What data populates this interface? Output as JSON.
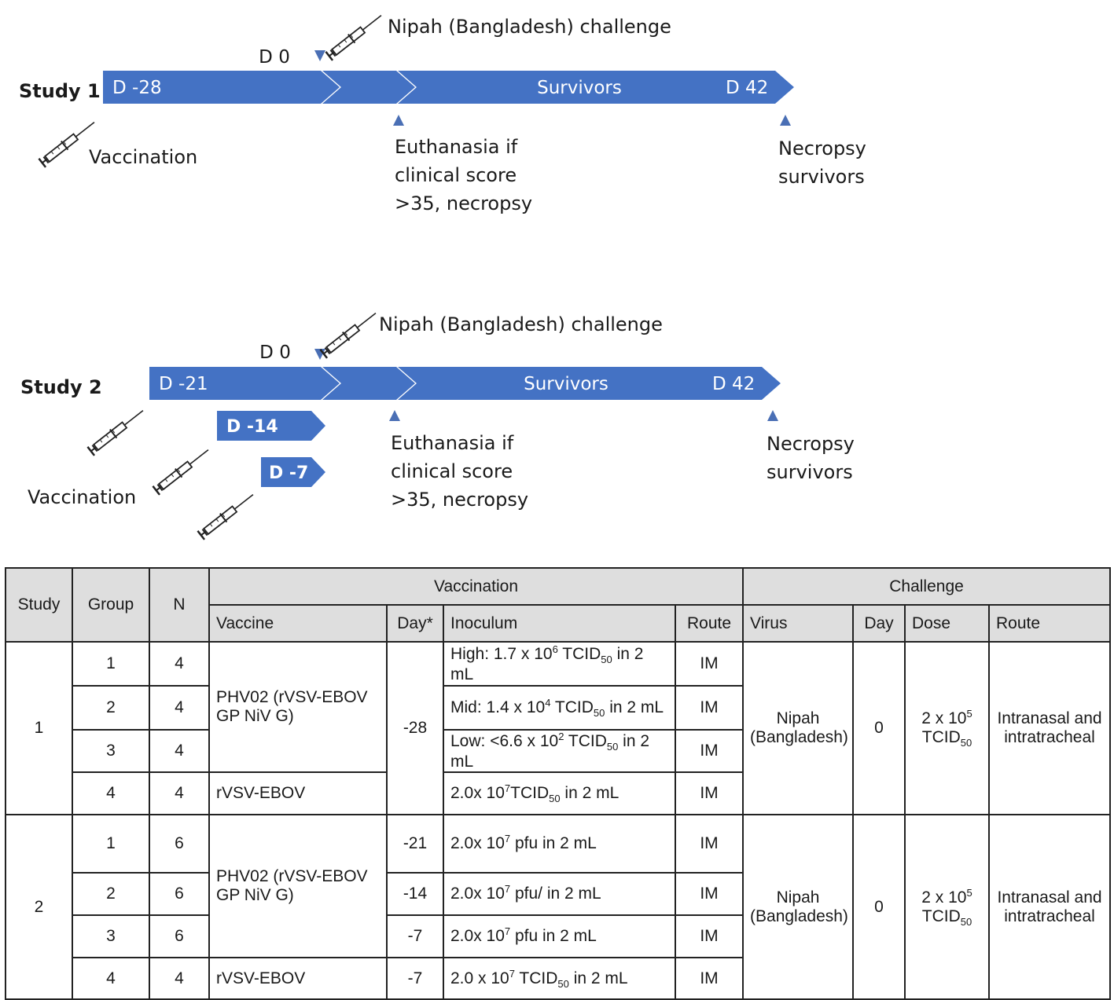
{
  "study1": {
    "title": "Study 1",
    "day_start": "D -28",
    "day0": "D 0",
    "survivors": "Survivors",
    "day_end": "D 42",
    "challenge": "Nipah (Bangladesh) challenge",
    "vaccination": "Vaccination",
    "euthanasia": [
      "Euthanasia if",
      "clinical score",
      ">35, necropsy"
    ],
    "necropsy": [
      "Necropsy",
      "survivors"
    ]
  },
  "study2": {
    "title": "Study 2",
    "day_start": "D -21",
    "day_mid1": "D -14",
    "day_mid2": "D -7",
    "day0": "D 0",
    "survivors": "Survivors",
    "day_end": "D 42",
    "challenge": "Nipah (Bangladesh) challenge",
    "vaccination": "Vaccination",
    "euthanasia": [
      "Euthanasia if",
      "clinical score",
      ">35, necropsy"
    ],
    "necropsy": [
      "Necropsy",
      "survivors"
    ]
  },
  "colors": {
    "bar": "#4472c4",
    "marker": "#4a6fb5"
  },
  "icons": [
    "syringe-icon",
    "triangle-marker-icon"
  ],
  "table": {
    "headers": {
      "study": "Study",
      "group": "Group",
      "n": "N",
      "vaccination": "Vaccination",
      "challenge": "Challenge",
      "vaccine": "Vaccine",
      "day_star": "Day*",
      "inoculum": "Inoculum",
      "route": "Route",
      "virus": "Virus",
      "day": "Day",
      "dose": "Dose",
      "route2": "Route"
    },
    "study1": {
      "study": "1",
      "groups": [
        "1",
        "2",
        "3",
        "4"
      ],
      "n": [
        "4",
        "4",
        "4",
        "4"
      ],
      "vaccine_a": "PHV02 (rVSV-EBOV GP NiV G)",
      "vaccine_b": "rVSV-EBOV",
      "day": "-28",
      "inoculum": [
        {
          "pre": "High: 1.7 x 10",
          "exp": "6",
          "mid": " TCID",
          "sub": "50",
          "post": " in 2 mL"
        },
        {
          "pre": "Mid: 1.4 x 10",
          "exp": "4",
          "mid": " TCID",
          "sub": "50",
          "post": " in 2 mL"
        },
        {
          "pre": "Low: <6.6 x 10",
          "exp": "2",
          "mid": " TCID",
          "sub": "50",
          "post": " in 2 mL"
        },
        {
          "pre": "2.0x 10",
          "exp": "7",
          "mid": "TCID",
          "sub": "50",
          "post": " in 2 mL"
        }
      ],
      "route": [
        "IM",
        "IM",
        "IM",
        "IM"
      ],
      "virus": "Nipah (Bangladesh)",
      "challenge_day": "0",
      "dose_pre": "2 x 10",
      "dose_exp": "5",
      "dose_unit": "TCID",
      "dose_sub": "50",
      "challenge_route": "Intranasal and intratracheal"
    },
    "study2": {
      "study": "2",
      "groups": [
        "1",
        "2",
        "3",
        "4"
      ],
      "n": [
        "6",
        "6",
        "6",
        "4"
      ],
      "vaccine_a": "PHV02 (rVSV-EBOV GP NiV G)",
      "vaccine_b": "rVSV-EBOV",
      "days": [
        "-21",
        "-14",
        "-7",
        "-7"
      ],
      "inoculum": [
        {
          "pre": "2.0x 10",
          "exp": "7",
          "mid": " pfu in 2 mL",
          "sub": "",
          "post": ""
        },
        {
          "pre": "2.0x 10",
          "exp": "7",
          "mid": " pfu/ in 2 mL",
          "sub": "",
          "post": ""
        },
        {
          "pre": "2.0x 10",
          "exp": "7",
          "mid": " pfu in 2 mL",
          "sub": "",
          "post": ""
        },
        {
          "pre": "2.0 x 10",
          "exp": "7",
          "mid": " TCID",
          "sub": "50",
          "post": " in 2 mL"
        }
      ],
      "route": [
        "IM",
        "IM",
        "IM",
        "IM"
      ],
      "virus": "Nipah (Bangladesh)",
      "challenge_day": "0",
      "dose_pre": "2 x 10",
      "dose_exp": "5",
      "dose_unit": "TCID",
      "dose_sub": "50",
      "challenge_route": "Intranasal and intratracheal"
    }
  }
}
